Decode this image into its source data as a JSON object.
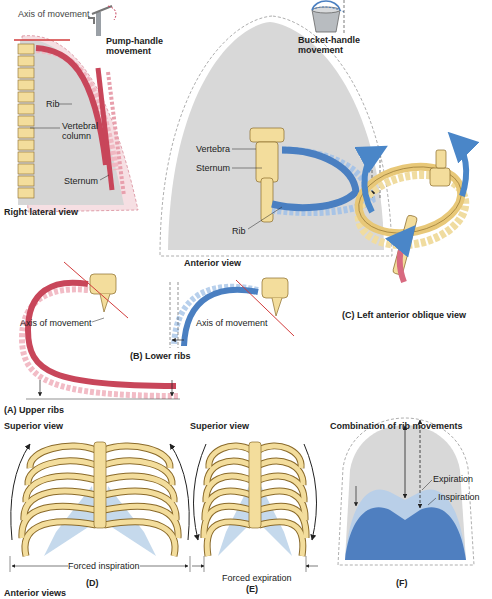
{
  "diagram": {
    "labels": [
      "Axis of movement",
      "Pump-handle movement",
      "Bucket-handle movement",
      "Rib",
      "Vertebral column",
      "Sternum",
      "Vertebra",
      "Sternum",
      "Rib",
      "Right lateral view",
      "Anterior view",
      "Axis of movement",
      "Axis of movement",
      "(C) Left anterior oblique view",
      "(B) Lower ribs",
      "(A) Upper ribs",
      "Superior view",
      "Superior view",
      "Combination of rib movements",
      "Expiration",
      "Inspiration",
      "Forced inspiration",
      "Forced expiration",
      "(D)",
      "(E)",
      "(F)",
      "Anterior views"
    ]
  }
}
